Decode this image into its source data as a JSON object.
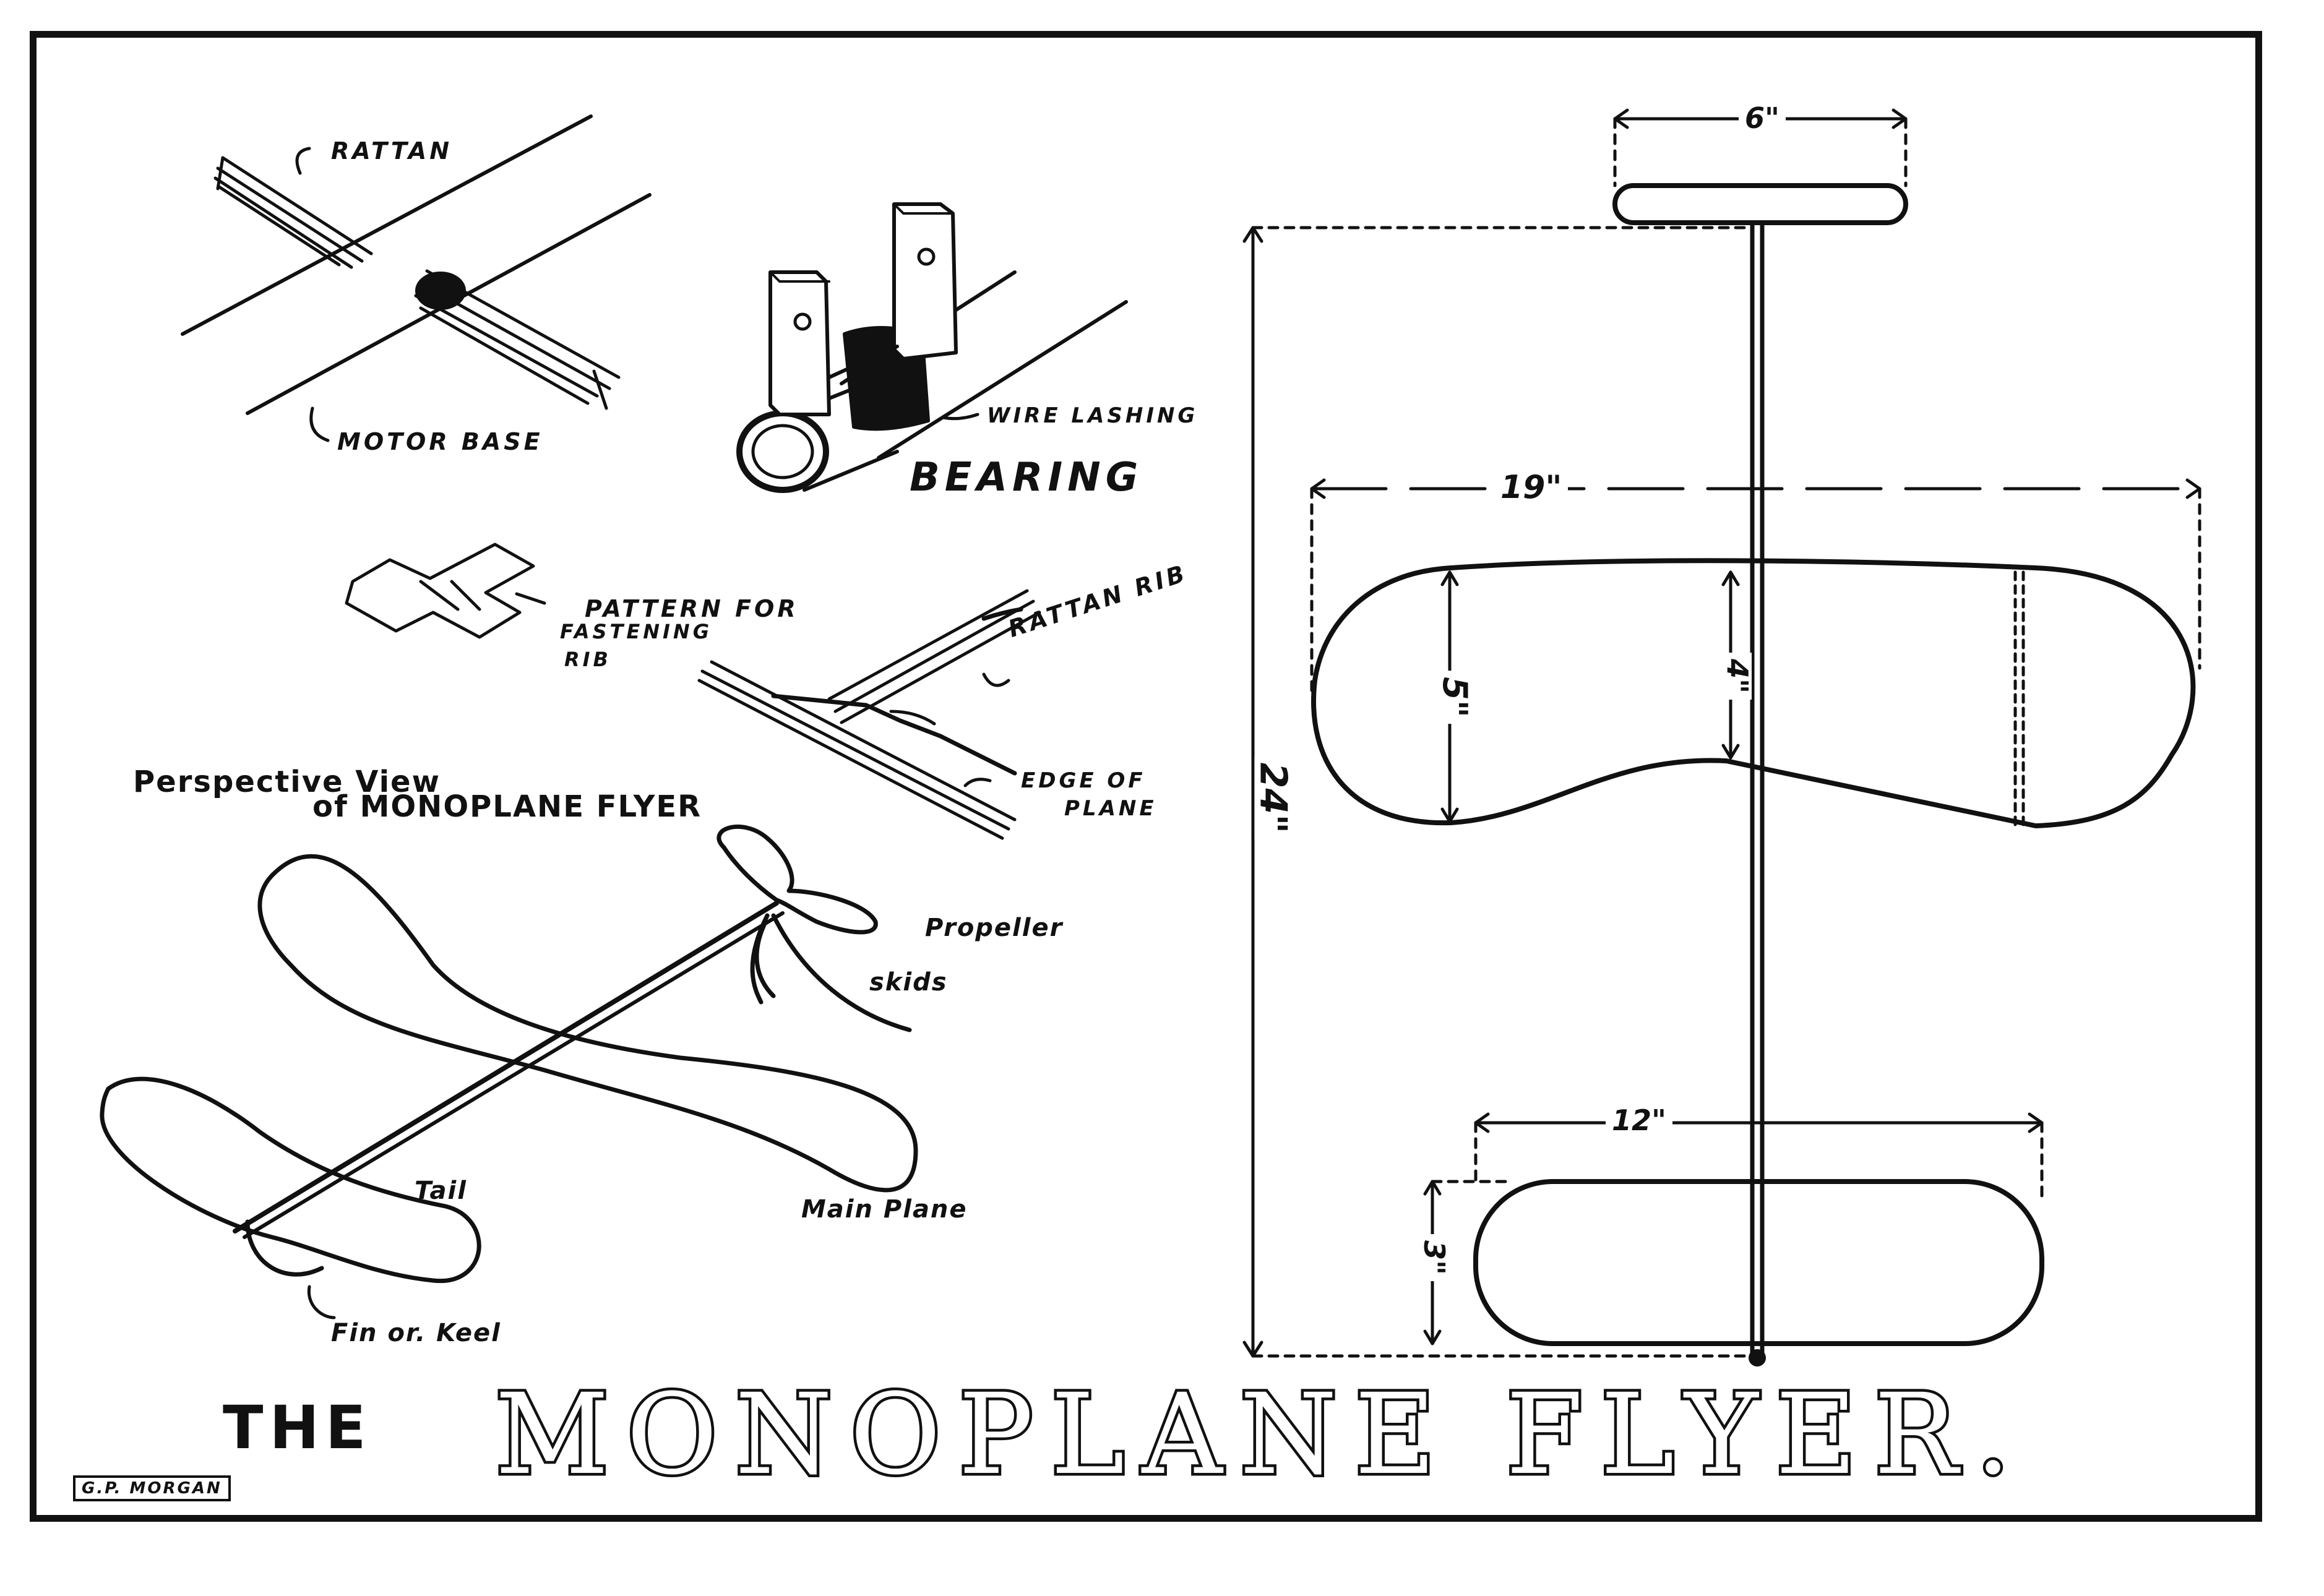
{
  "labels": {
    "rattan": "RATTAN",
    "motor_base": "MOTOR BASE",
    "wire_lashing": "WIRE LASHING",
    "bearing": "BEARING",
    "pattern_line1": "PATTERN FOR",
    "pattern_line2": "FASTENING",
    "pattern_line3": "RIB",
    "rattan_rib": "RATTAN RIB",
    "edge_line1": "EDGE OF",
    "edge_line2": "PLANE",
    "perspective_line1": "Perspective View",
    "perspective_line2": "of MONOPLANE FLYER",
    "propeller": "Propeller",
    "skids": "skids",
    "tail": "Tail",
    "main_plane": "Main Plane",
    "fin": "Fin or. Keel"
  },
  "dimensions": {
    "propeller_width": "6\"",
    "overall_length": "24\"",
    "wing_span": "19\"",
    "wing_chord_outer": "5\"",
    "wing_chord_center": "4\"",
    "tail_span": "12\"",
    "tail_chord": "3\""
  },
  "title": {
    "the": "THE",
    "main": "MONOPLANE FLYER."
  },
  "signature": "G.P. MORGAN",
  "colors": {
    "ink": "#111111",
    "paper": "#ffffff"
  }
}
